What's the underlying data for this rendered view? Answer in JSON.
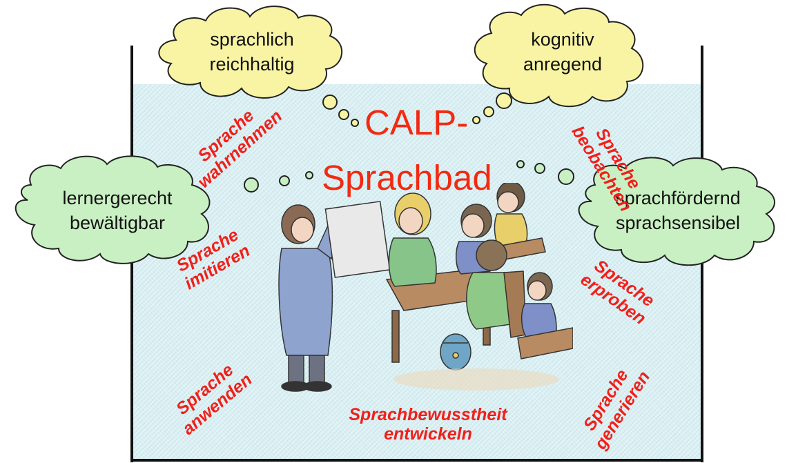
{
  "title": {
    "line1": "CALP-",
    "line2": "Sprachbad"
  },
  "clouds": {
    "top_left": {
      "line1": "sprachlich",
      "line2": "reichhaltig",
      "color": "#f8f4a4"
    },
    "top_right": {
      "line1": "kognitiv",
      "line2": "anregend",
      "color": "#f8f4a4"
    },
    "left": {
      "line1": "lernergerecht",
      "line2": "bewältigbar",
      "color": "#c9f0c3"
    },
    "right": {
      "line1": "sprachfördernd",
      "line2": "sprachsensibel",
      "color": "#c9f0c3"
    }
  },
  "phrases": {
    "wahrnehmen": {
      "line1": "Sprache",
      "line2": "wahrnehmen"
    },
    "imitieren": {
      "line1": "Sprache",
      "line2": "imitieren"
    },
    "anwenden": {
      "line1": "Sprache",
      "line2": "anwenden"
    },
    "beobachten": {
      "line1": "Sprache",
      "line2": "beobachten"
    },
    "erproben": {
      "line1": "Sprache",
      "line2": "erproben"
    },
    "generieren": {
      "line1": "Sprache",
      "line2": "generieren"
    },
    "bewusstheit": {
      "line1": "Sprachbewusstheit",
      "line2": "entwickeln"
    }
  },
  "colors": {
    "phrase": "#f0201a",
    "title": "#f12a12",
    "water": "#d7eef2",
    "outline": "#222222"
  },
  "illustration": {
    "icon": "classroom-group-illustration"
  }
}
